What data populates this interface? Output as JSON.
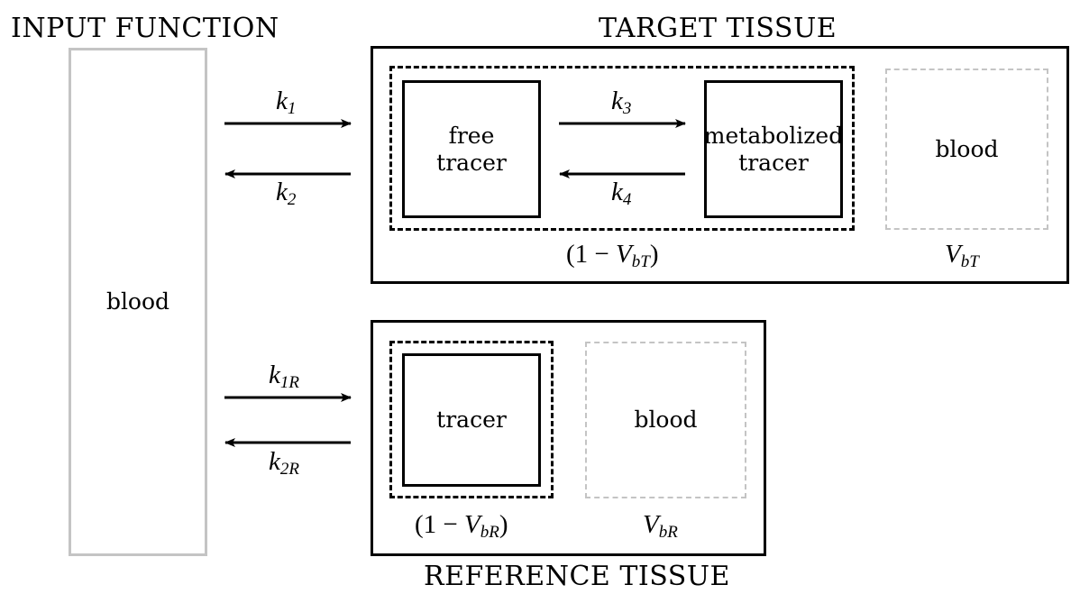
{
  "headings": {
    "input": "INPUT FUNCTION",
    "target": "TARGET TISSUE",
    "reference": "REFERENCE TISSUE"
  },
  "input_box": {
    "label": "blood"
  },
  "target": {
    "free_line1": "free",
    "free_line2": "tracer",
    "metab_line1": "metabolized",
    "metab_line2": "tracer",
    "blood": "blood",
    "frac_prefix": "(1 − ",
    "frac_var": "V",
    "frac_sub": "bT",
    "frac_suffix": ")",
    "vb_var": "V",
    "vb_sub": "bT"
  },
  "reference": {
    "tracer": "tracer",
    "blood": "blood",
    "frac_prefix": "(1 − ",
    "frac_var": "V",
    "frac_sub": "bR",
    "frac_suffix": ")",
    "vb_var": "V",
    "vb_sub": "bR"
  },
  "rates": {
    "k1": {
      "var": "k",
      "sub": "1"
    },
    "k2": {
      "var": "k",
      "sub": "2"
    },
    "k3": {
      "var": "k",
      "sub": "3"
    },
    "k4": {
      "var": "k",
      "sub": "4"
    },
    "k1R": {
      "var": "k",
      "sub": "1R"
    },
    "k2R": {
      "var": "k",
      "sub": "2R"
    }
  }
}
